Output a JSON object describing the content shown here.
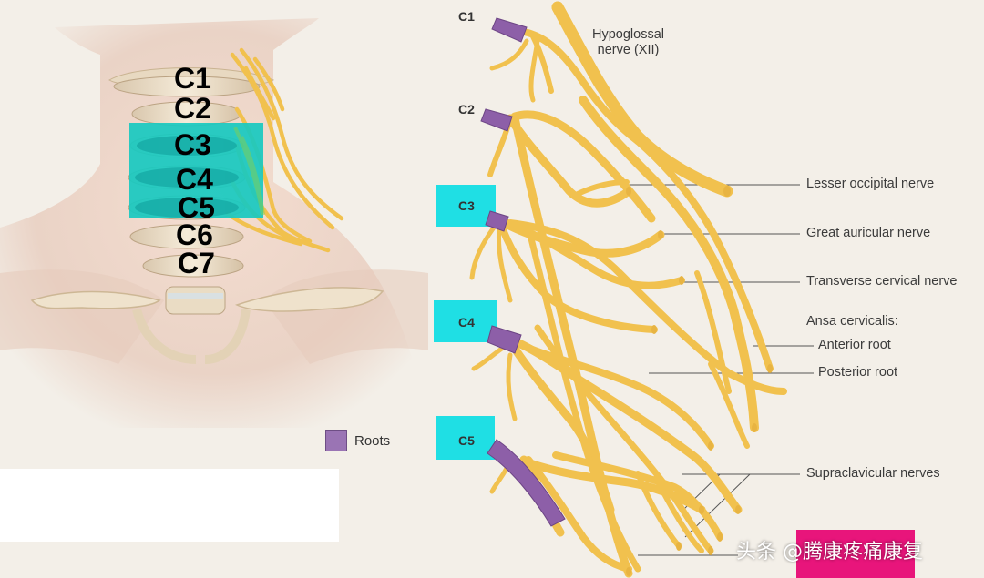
{
  "left_panel": {
    "vertebra_labels": [
      "C1",
      "C2",
      "C3",
      "C4",
      "C5",
      "C6",
      "C7"
    ],
    "highlight_color": "#18c9c0"
  },
  "legend": {
    "label": "Roots",
    "swatch_color": "#9a74b4"
  },
  "right_panel": {
    "root_labels": {
      "c1": "C1",
      "c2": "C2",
      "c3": "C3",
      "c4": "C4",
      "c5": "C5"
    },
    "highlight_box_color": "#1fdfe4",
    "nerve_color": "#f1c14e",
    "root_color": "#8d5fa8",
    "labels": {
      "hypoglossal": "Hypoglossal\nnerve (XII)",
      "lesser_occipital": "Lesser occipital nerve",
      "great_auricular": "Great auricular nerve",
      "transverse_cervical": "Transverse cervical nerve",
      "ansa_cervicalis": "Ansa cervicalis:",
      "anterior_root": "Anterior root",
      "posterior_root": "Posterior root",
      "supraclavicular": "Supraclavicular nerves"
    }
  },
  "watermark": {
    "text": "头条 @腾康疼痛康复",
    "color": "#e8157b"
  }
}
